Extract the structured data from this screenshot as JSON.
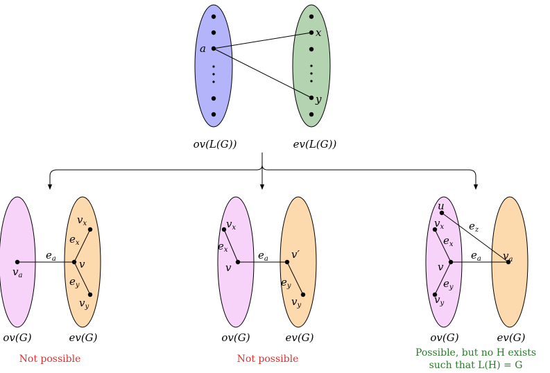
{
  "colors": {
    "blue_set": "#b4b4fb",
    "green_set": "#b3d3b1",
    "pink_set": "#f8d3f9",
    "orange_set": "#fdd9ae",
    "not_possible": "#e03030",
    "possible": "#2a7a2a"
  },
  "top": {
    "left_label": "ov(L(G))",
    "right_label": "ev(L(G))",
    "vertex_a": "a",
    "vertex_x": "x",
    "vertex_y": "y"
  },
  "cases": [
    {
      "left_label": "ov(G)",
      "right_label": "ev(G)",
      "labels": {
        "va": "v",
        "va_sub": "a",
        "ea": "e",
        "ea_sub": "a",
        "v": "v",
        "vx": "v",
        "vx_sub": "x",
        "ex": "e",
        "ex_sub": "x",
        "ey": "e",
        "ey_sub": "y",
        "vy": "v",
        "vy_sub": "y"
      },
      "note_line1": "Not possible",
      "note_line2": ""
    },
    {
      "left_label": "ov(G)",
      "right_label": "ev(G)",
      "labels": {
        "vx": "v",
        "vx_sub": "x",
        "ex": "e",
        "ex_sub": "x",
        "v": "v",
        "ea": "e",
        "ea_sub": "a",
        "vprime": "v′",
        "ey": "e",
        "ey_sub": "y",
        "vy": "v",
        "vy_sub": "y"
      },
      "note_line1": "Not possible",
      "note_line2": ""
    },
    {
      "left_label": "ov(G)",
      "right_label": "ev(G)",
      "labels": {
        "u": "u",
        "vx": "v",
        "vx_sub": "x",
        "ex": "e",
        "ex_sub": "x",
        "v": "v",
        "ey": "e",
        "ey_sub": "y",
        "vy": "v",
        "vy_sub": "y",
        "ez": "e",
        "ez_sub": "z",
        "ea": "e",
        "ea_sub": "a",
        "va": "v",
        "va_sub": "a"
      },
      "note_line1": "Possible, but no H exists",
      "note_line2": "such that L(H) = G"
    }
  ]
}
